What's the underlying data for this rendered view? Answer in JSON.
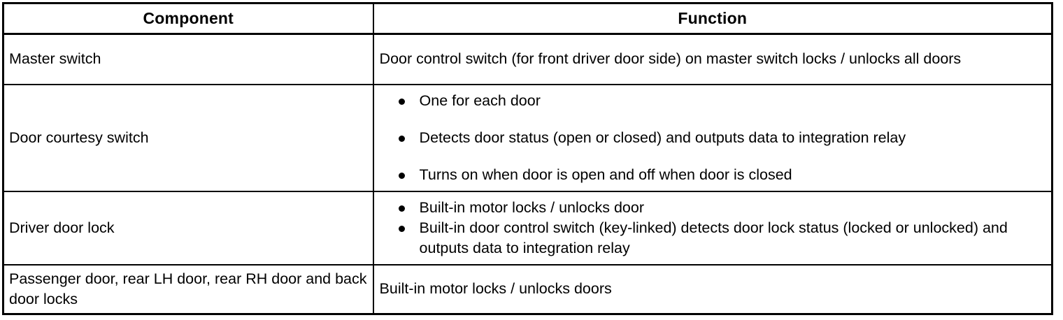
{
  "table": {
    "headers": {
      "component": "Component",
      "function": "Function"
    },
    "rows": [
      {
        "component": "Master switch",
        "function_type": "text",
        "function_text": "Door control switch (for front driver door side) on master switch locks / unlocks all doors",
        "bullets": []
      },
      {
        "component": "Door courtesy switch",
        "function_type": "bullets",
        "function_text": "",
        "bullets": [
          "One for each door",
          "Detects door status (open or closed) and outputs data to integration relay",
          "Turns on when door is open and off when door is closed"
        ]
      },
      {
        "component": "Driver door lock",
        "function_type": "bullets",
        "function_text": "",
        "bullets": [
          "Built-in motor locks / unlocks door",
          "Built-in door control switch (key-linked) detects door lock status (locked or unlocked) and outputs data to integration relay"
        ]
      },
      {
        "component": "Passenger door, rear LH door, rear RH door and back door locks",
        "function_type": "text",
        "function_text": "Built-in motor locks / unlocks doors",
        "bullets": []
      }
    ]
  },
  "colors": {
    "border": "#000000",
    "text": "#000000",
    "background": "#ffffff"
  }
}
